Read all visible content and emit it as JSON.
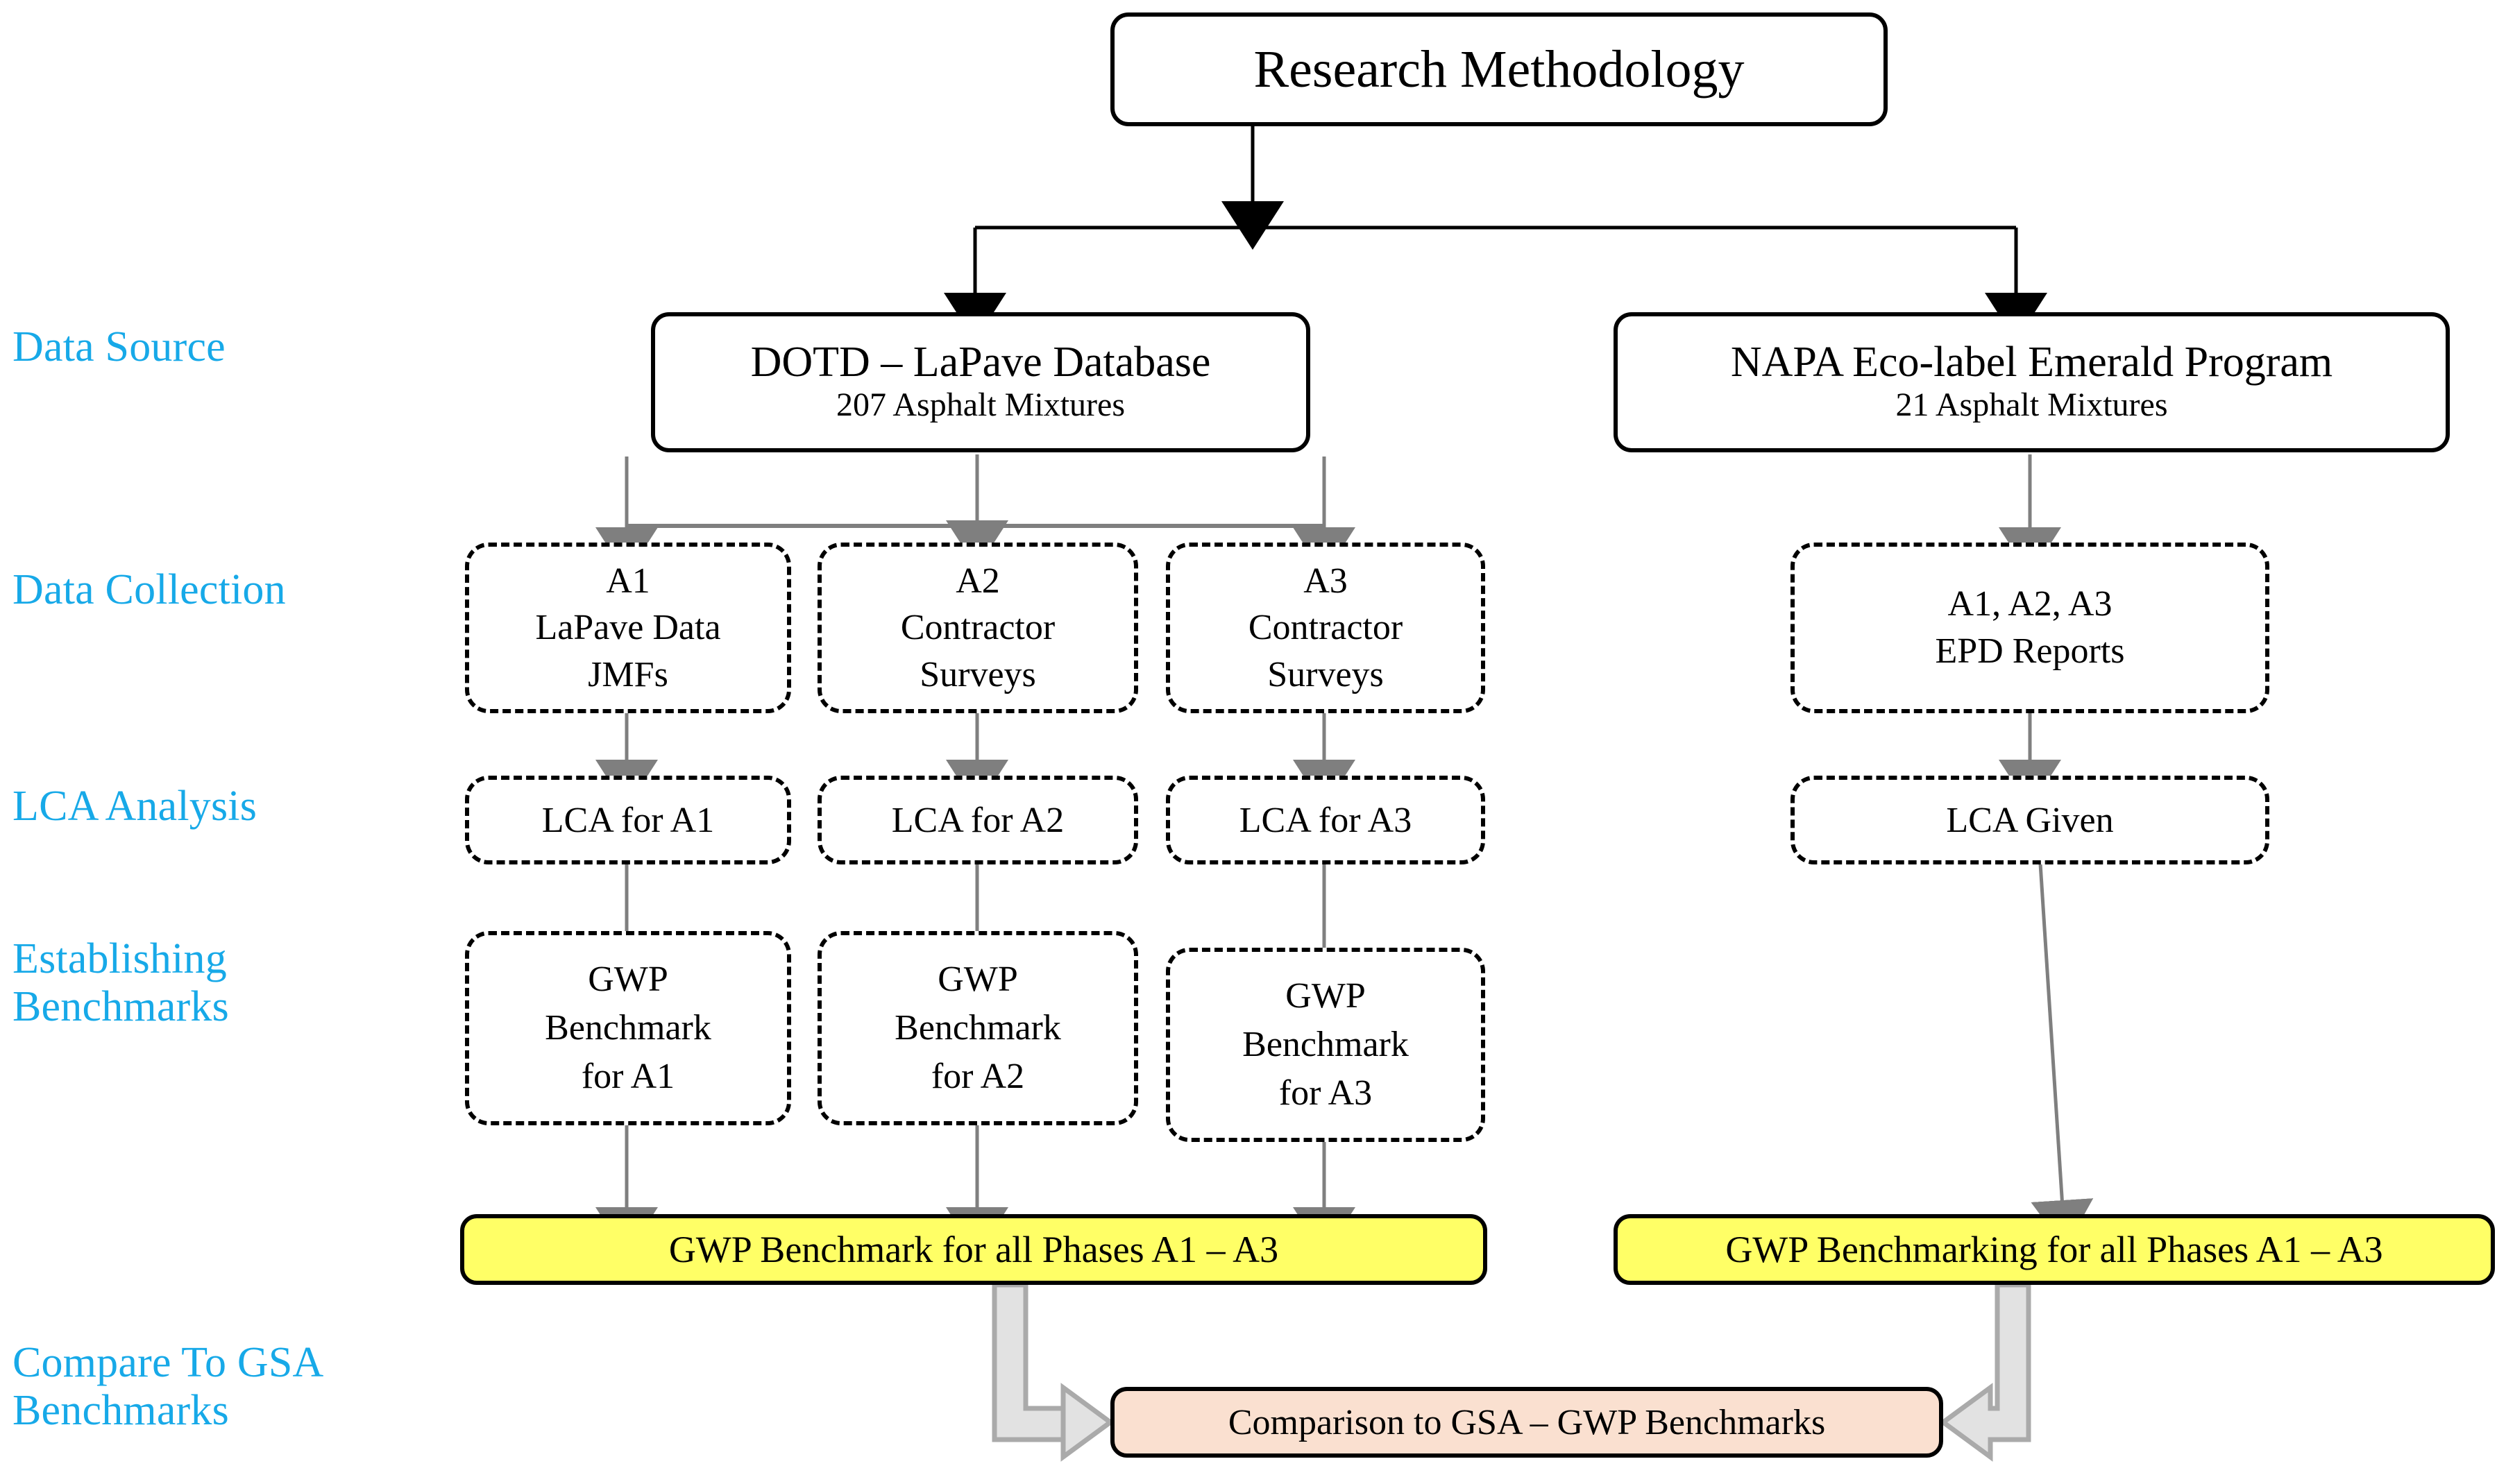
{
  "diagram": {
    "title": "Research Methodology",
    "colors": {
      "stage_label": "#17A9E8",
      "highlight_yellow": "#FFFF66",
      "highlight_peach": "#FAE0D0",
      "black_connector": "#000000",
      "gray_connector": "#808080",
      "block_arrow_fill": "#E2E2E2",
      "block_arrow_stroke": "#AAAAAA"
    },
    "stage_labels": [
      {
        "id": "data-source",
        "text": "Data Source"
      },
      {
        "id": "data-collection",
        "text": "Data Collection"
      },
      {
        "id": "lca-analysis",
        "text": "LCA Analysis"
      },
      {
        "id": "establishing-benchmarks",
        "text": "Establishing\nBenchmarks"
      },
      {
        "id": "compare-to-gsa",
        "text": "Compare To GSA\nBenchmarks"
      }
    ],
    "data_sources": [
      {
        "id": "dotd-lapave",
        "line1": "DOTD – LaPave Database",
        "line2": "207 Asphalt Mixtures"
      },
      {
        "id": "napa-emerald",
        "line1": "NAPA Eco-label Emerald Program",
        "line2": "21 Asphalt Mixtures"
      }
    ],
    "data_collection": [
      {
        "id": "a1-lapave-jmfs",
        "line1": "A1",
        "line2": "LaPave Data",
        "line3": "JMFs"
      },
      {
        "id": "a2-contractor-surveys",
        "line1": "A2",
        "line2": "Contractor",
        "line3": "Surveys"
      },
      {
        "id": "a3-contractor-surveys",
        "line1": "A3",
        "line2": "Contractor",
        "line3": "Surveys"
      },
      {
        "id": "napa-epd-reports",
        "line1": "A1, A2, A3",
        "line2": "EPD Reports",
        "line3": ""
      }
    ],
    "lca_analysis": [
      {
        "id": "lca-for-a1",
        "text": "LCA for A1"
      },
      {
        "id": "lca-for-a2",
        "text": "LCA for A2"
      },
      {
        "id": "lca-for-a3",
        "text": "LCA for A3"
      },
      {
        "id": "lca-given",
        "text": "LCA Given"
      }
    ],
    "benchmarks": [
      {
        "id": "gwp-benchmark-a1",
        "line1": "GWP",
        "line2": "Benchmark",
        "line3": "for A1"
      },
      {
        "id": "gwp-benchmark-a2",
        "line1": "GWP",
        "line2": "Benchmark",
        "line3": "for A2"
      },
      {
        "id": "gwp-benchmark-a3",
        "line1": "GWP",
        "line2": "Benchmark",
        "line3": "for A3"
      }
    ],
    "aggregate": [
      {
        "id": "gwp-all-phases-left",
        "text": "GWP Benchmark for all Phases A1 – A3"
      },
      {
        "id": "gwp-all-phases-right",
        "text": "GWP Benchmarking  for all Phases A1 – A3"
      }
    ],
    "comparison": {
      "id": "comparison-gsa",
      "text": "Comparison to GSA – GWP Benchmarks"
    }
  }
}
